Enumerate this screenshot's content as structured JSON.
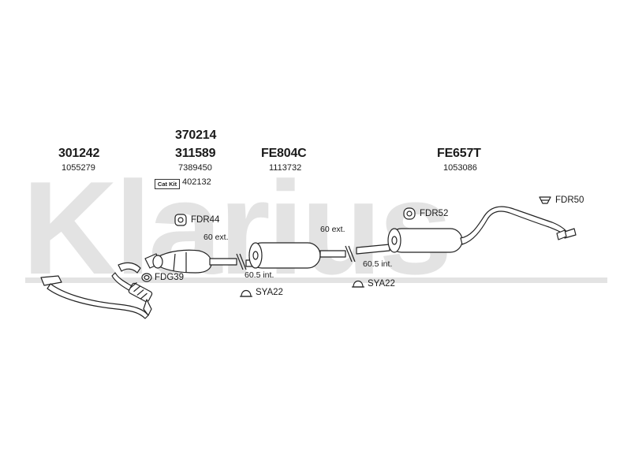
{
  "watermark": {
    "text": "Klarius"
  },
  "parts": {
    "front_pipe": {
      "code": "301242",
      "ref": "1055279"
    },
    "catalyst": {
      "code_top": "370214",
      "code": "311589",
      "ref": "7389450",
      "cat_kit_label": "Cat Kit",
      "cat_kit_ref": "402132"
    },
    "middle_silencer": {
      "code": "FE804C",
      "ref": "1113732"
    },
    "rear_silencer": {
      "code": "FE657T",
      "ref": "1053086"
    }
  },
  "accessories": {
    "fdr44": "FDR44",
    "fdg39": "FDG39",
    "sya22_a": "SYA22",
    "sya22_b": "SYA22",
    "fdr52": "FDR52",
    "fdr50": "FDR50"
  },
  "notes": {
    "ext1": "60 ext.",
    "int1": "60.5 int.",
    "ext2": "60 ext.",
    "int2": "60.5 int."
  },
  "colors": {
    "line": "#222222",
    "fill": "#ffffff",
    "watermark": "#e3e3e3"
  }
}
